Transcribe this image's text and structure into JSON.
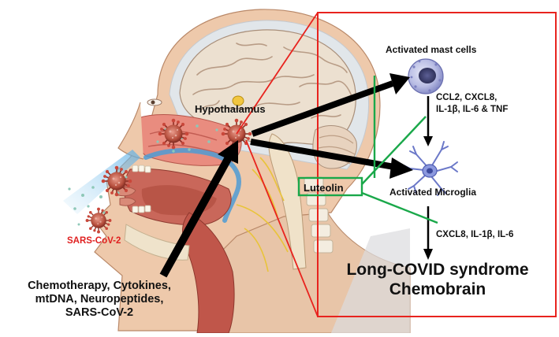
{
  "labels": {
    "mast_cells": "Activated mast cells",
    "cytokines_mast_line1": "CCL2, CXCL8,",
    "cytokines_mast_line2": "IL-1β, IL-6 & TNF",
    "hypothalamus": "Hypothalamus",
    "luteolin": "Luteolin",
    "microglia": "Activated Microglia",
    "cytokines_microglia": "CXCL8, IL-1β, IL-6",
    "virus": "SARS-CoV-2",
    "outcome_line1": "Long-COVID syndrome",
    "outcome_line2": "Chemobrain",
    "triggers_line1": "Chemotherapy, Cytokines,",
    "triggers_line2": "mtDNA, Neuropeptides,",
    "triggers_line3": "SARS-CoV-2"
  },
  "colors": {
    "frame": "#e8231e",
    "inhibit": "#1aa84a",
    "arrow": "#000000",
    "virus": "#c0392b",
    "mast_cell": "#6a6fb0",
    "microglia": "#6b78c8",
    "skin": "#e7b58f",
    "brain": "#e9dccb"
  },
  "icons": [
    "head-anatomy-image",
    "virus-particle-icon",
    "mast-cell-icon",
    "microglia-icon"
  ]
}
